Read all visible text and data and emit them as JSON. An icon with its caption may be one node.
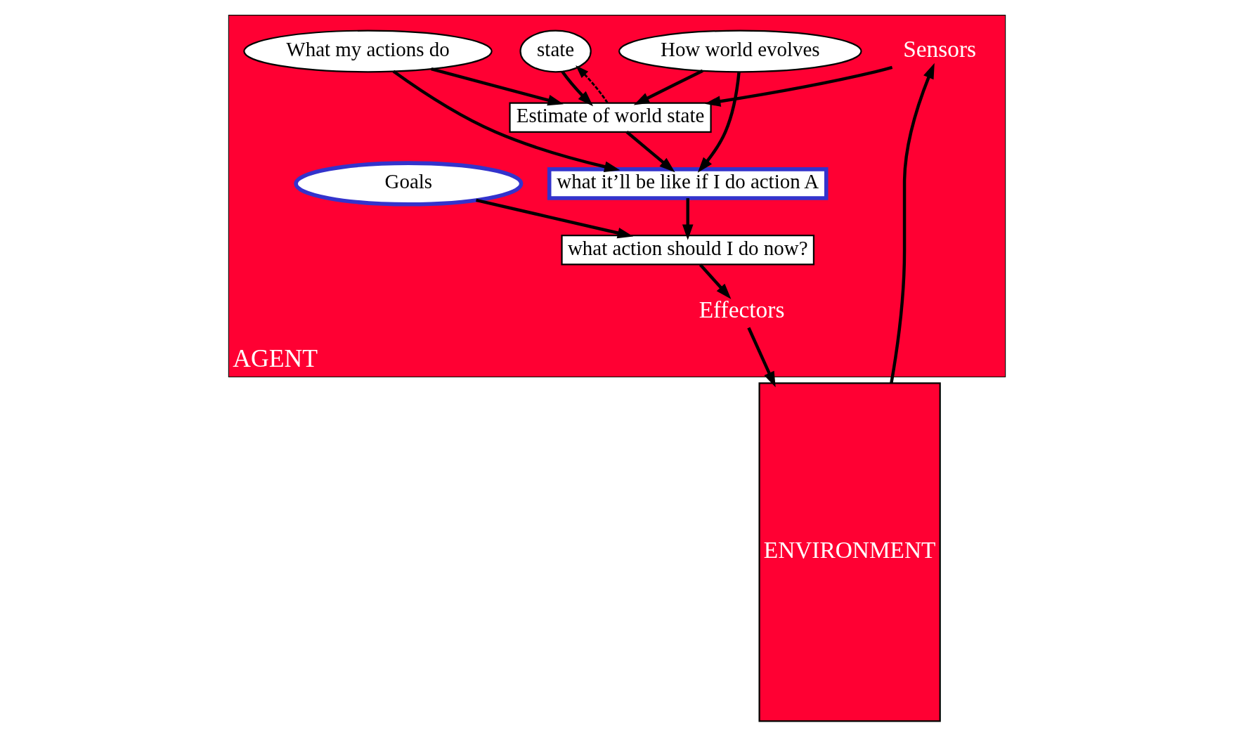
{
  "diagram": {
    "nodes": [
      {
        "text": [
          "AGENT"
        ]
      },
      {
        "text": [
          "ENVIRONMENT"
        ]
      },
      {
        "text": [
          "Sensors"
        ],
        "in": 0
      },
      {
        "text": [
          "state"
        ],
        "in": 0
      },
      {
        "text": [
          "Estimate of world state"
        ],
        "in": 0
      },
      {
        "text": [
          "How world evolves"
        ],
        "in": 0
      },
      {
        "text": [
          "What my actions do"
        ],
        "in": 0
      },
      {
        "text": [
          "what it’ll be like if I do action A"
        ],
        "in": 0
      },
      {
        "text": [
          "Goals"
        ],
        "in": 0
      },
      {
        "text": [
          "what action should I do now?"
        ],
        "in": 0
      },
      {
        "text": [
          "Effectors"
        ],
        "in": 0
      }
    ],
    "edges": [
      {
        "from": 1,
        "to": 2,
        "arrow": "to"
      },
      {
        "from": 2,
        "to": 4,
        "arrow": "to"
      },
      {
        "from": 4,
        "to": 3,
        "arrow": "to",
        "style": "dashed"
      },
      {
        "from": 3,
        "to": 4,
        "arrow": "to"
      },
      {
        "from": 5,
        "to": 4,
        "arrow": "to"
      },
      {
        "from": 5,
        "to": 7,
        "arrow": "to"
      },
      {
        "from": 6,
        "to": 4,
        "arrow": "to"
      },
      {
        "from": 6,
        "to": 7,
        "arrow": "to"
      },
      {
        "from": 4,
        "to": 7,
        "arrow": "to"
      },
      {
        "from": 7,
        "to": 9,
        "arrow": "to"
      },
      {
        "from": 8,
        "to": 9,
        "arrow": "to"
      },
      {
        "from": 9,
        "to": 10,
        "arrow": "to"
      },
      {
        "from": 10,
        "to": 1,
        "arrow": "to"
      }
    ]
  }
}
